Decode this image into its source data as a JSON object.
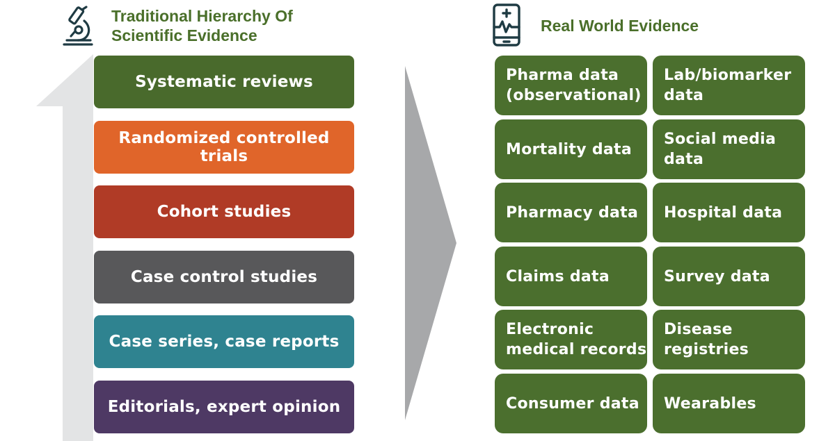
{
  "left": {
    "heading": "Traditional Hierarchy Of\nScientific Evidence",
    "icon": "microscope-icon",
    "tiers": [
      {
        "label": "Systematic reviews",
        "color": "#496a2c"
      },
      {
        "label": "Randomized controlled trials",
        "color": "#e0652a"
      },
      {
        "label": "Cohort studies",
        "color": "#b03b26"
      },
      {
        "label": "Case control studies",
        "color": "#58585a"
      },
      {
        "label": "Case series, case reports",
        "color": "#2f8390"
      },
      {
        "label": "Editorials, expert opinion",
        "color": "#4e3964"
      }
    ]
  },
  "right": {
    "heading": "Real World Evidence",
    "icon": "mobile-health-icon",
    "tile_color": "#4b6f2e",
    "tiles": [
      [
        "Pharma data\n(observational)",
        "Lab/biomarker\ndata"
      ],
      [
        "Mortality data",
        "Social media\ndata"
      ],
      [
        "Pharmacy data",
        "Hospital data"
      ],
      [
        "Claims data",
        "Survey data"
      ],
      [
        "Electronic\nmedical records",
        "Disease\nregistries"
      ],
      [
        "Consumer data",
        "Wearables"
      ]
    ]
  },
  "colors": {
    "heading": "#4a6f2a",
    "arrow": "#e3e4e5",
    "chevron": "#a7a8aa",
    "icon": "#1f3b43"
  }
}
